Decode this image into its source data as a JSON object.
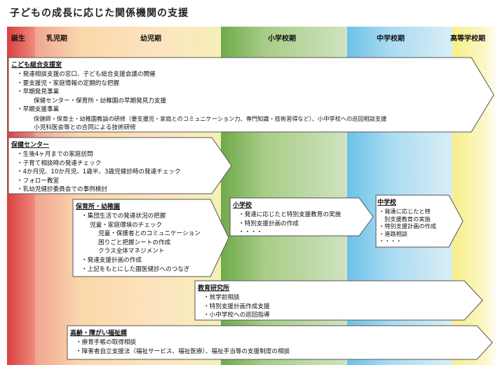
{
  "title": "子どもの成長に応じた関係機関の支援",
  "stages": [
    "誕生",
    "乳児期",
    "幼児期",
    "小学校期",
    "中学校期",
    "高等学校期"
  ],
  "colors": {
    "birth": "#d94040",
    "infant": "#fbd8b0",
    "preschool": "#fde4c0",
    "elementary": "#6faa4a",
    "junior_high": "#6cc1e8",
    "high_school": "#f7ee88",
    "box_stroke": "#555555"
  },
  "boxes": {
    "child_center": {
      "heading": "こども総合支援室",
      "lines": [
        "・発達相談支援の窓口、子ども総合支援会議の開催",
        "・要支援児・家庭情報の定期的な把握",
        "・早期発見事業",
        "保健センター・保育所・幼稚園の早期発見力支援",
        "・早期支援事業",
        "保健師・保育士・幼稚園教諭の研修（要支援児・家庭とのコミュニケーション力、専門知識・技術習得など）、小中学校への巡回相談支援",
        "小児科医会等との合同による技術研修"
      ]
    },
    "health_center": {
      "heading": "保健センター",
      "lines": [
        "・生後4ヶ月までの家庭訪問",
        "・子育て相談時の発達チェック",
        "・4か月児、10か月児、1歳半、3歳児健診時の発達チェック",
        "・フォロー教室",
        "・乳幼児健診委員会での事例検討"
      ]
    },
    "nursery": {
      "heading": "保育所・幼稚園",
      "lines": [
        "・集団生活での発達状況の把握",
        "児童・家庭環境のチェック",
        "児童・保護者とのコミュニケーション",
        "困りごと把握シートの作成",
        "クラス全体マネジメント",
        "・発達支援計画の作成",
        "・上記をもとにした園医健診へのつなぎ"
      ]
    },
    "elementary": {
      "heading": "小学校",
      "lines": [
        "・発達に応じたと特別支援教育の実施",
        "・特別支援計画の作成",
        "・・・・"
      ]
    },
    "junior_high": {
      "heading": "中学校",
      "lines": [
        "・発達に応じたと特",
        "別支援教育の実施",
        "・特別支援計画の作成",
        "・進路相談",
        "・・・・"
      ]
    },
    "education_institute": {
      "heading": "教育研究所",
      "lines": [
        "・就学前相談",
        "・特別支援計画作成支援",
        "・小中学校への巡回指導"
      ]
    },
    "welfare": {
      "heading": "高齢・障がい福祉課",
      "lines": [
        "・療育手帳の取得相談",
        "・障害者自立支援法（福祉サービス、福祉医療）、福祉手当等の支援制度の相談"
      ]
    }
  }
}
